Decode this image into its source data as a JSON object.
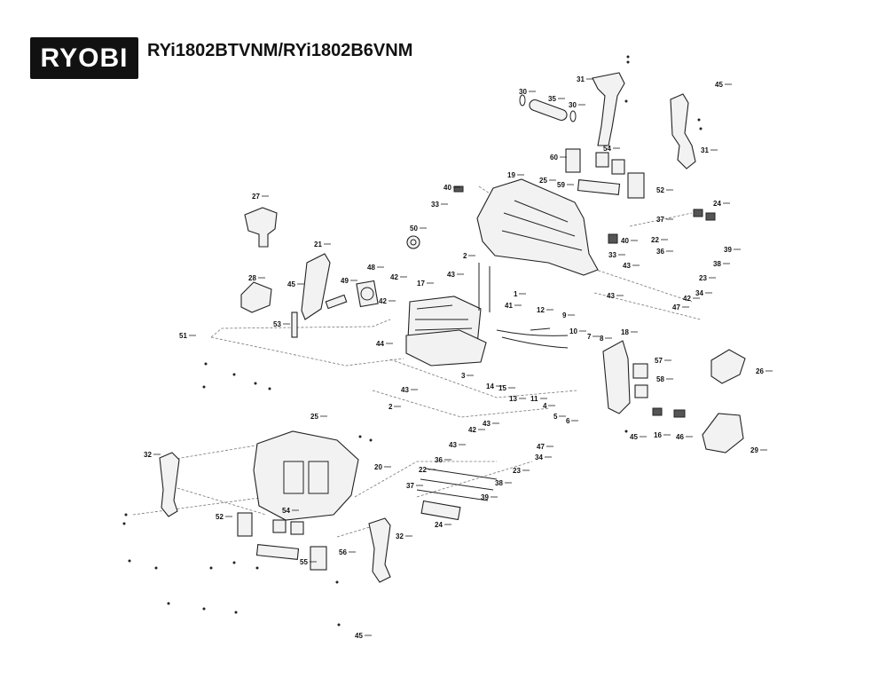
{
  "brand": {
    "logo_text": "RYOBI"
  },
  "model": {
    "title": "RYi1802BTVNM/RYi1802B6VNM"
  },
  "callouts": [
    {
      "id": "45a",
      "label": "45"
    },
    {
      "id": "31a",
      "label": "31"
    },
    {
      "id": "30a",
      "label": "30"
    },
    {
      "id": "35",
      "label": "35"
    },
    {
      "id": "30b",
      "label": "30"
    },
    {
      "id": "31b",
      "label": "31"
    },
    {
      "id": "54a",
      "label": "54"
    },
    {
      "id": "60",
      "label": "60"
    },
    {
      "id": "59",
      "label": "59"
    },
    {
      "id": "52a",
      "label": "52"
    },
    {
      "id": "40a",
      "label": "40"
    },
    {
      "id": "19",
      "label": "19"
    },
    {
      "id": "25a",
      "label": "25"
    },
    {
      "id": "33a",
      "label": "33"
    },
    {
      "id": "37a",
      "label": "37"
    },
    {
      "id": "24a",
      "label": "24"
    },
    {
      "id": "27",
      "label": "27"
    },
    {
      "id": "50",
      "label": "50"
    },
    {
      "id": "40b",
      "label": "40"
    },
    {
      "id": "22a",
      "label": "22"
    },
    {
      "id": "39a",
      "label": "39"
    },
    {
      "id": "36a",
      "label": "36"
    },
    {
      "id": "33b",
      "label": "33"
    },
    {
      "id": "21",
      "label": "21"
    },
    {
      "id": "2a",
      "label": "2"
    },
    {
      "id": "38a",
      "label": "38"
    },
    {
      "id": "43a",
      "label": "43"
    },
    {
      "id": "23a",
      "label": "23"
    },
    {
      "id": "48",
      "label": "48"
    },
    {
      "id": "42a",
      "label": "42"
    },
    {
      "id": "43b",
      "label": "43"
    },
    {
      "id": "17",
      "label": "17"
    },
    {
      "id": "28",
      "label": "28"
    },
    {
      "id": "45b",
      "label": "45"
    },
    {
      "id": "49",
      "label": "49"
    },
    {
      "id": "34a",
      "label": "34"
    },
    {
      "id": "42b",
      "label": "42"
    },
    {
      "id": "1",
      "label": "1"
    },
    {
      "id": "43c",
      "label": "43"
    },
    {
      "id": "42c",
      "label": "42"
    },
    {
      "id": "47a",
      "label": "47"
    },
    {
      "id": "41",
      "label": "41"
    },
    {
      "id": "12",
      "label": "12"
    },
    {
      "id": "9",
      "label": "9"
    },
    {
      "id": "53",
      "label": "53"
    },
    {
      "id": "10",
      "label": "10"
    },
    {
      "id": "18",
      "label": "18"
    },
    {
      "id": "51",
      "label": "51"
    },
    {
      "id": "7",
      "label": "7"
    },
    {
      "id": "8",
      "label": "8"
    },
    {
      "id": "44",
      "label": "44"
    },
    {
      "id": "57",
      "label": "57"
    },
    {
      "id": "26",
      "label": "26"
    },
    {
      "id": "3",
      "label": "3"
    },
    {
      "id": "58",
      "label": "58"
    },
    {
      "id": "14",
      "label": "14"
    },
    {
      "id": "15",
      "label": "15"
    },
    {
      "id": "13",
      "label": "13"
    },
    {
      "id": "11",
      "label": "11"
    },
    {
      "id": "4",
      "label": "4"
    },
    {
      "id": "43d",
      "label": "43"
    },
    {
      "id": "5",
      "label": "5"
    },
    {
      "id": "6",
      "label": "6"
    },
    {
      "id": "2b",
      "label": "2"
    },
    {
      "id": "45c",
      "label": "45"
    },
    {
      "id": "16",
      "label": "16"
    },
    {
      "id": "46",
      "label": "46"
    },
    {
      "id": "25b",
      "label": "25"
    },
    {
      "id": "43e",
      "label": "43"
    },
    {
      "id": "42d",
      "label": "42"
    },
    {
      "id": "43f",
      "label": "43"
    },
    {
      "id": "47b",
      "label": "47"
    },
    {
      "id": "29",
      "label": "29"
    },
    {
      "id": "32a",
      "label": "32"
    },
    {
      "id": "34b",
      "label": "34"
    },
    {
      "id": "36b",
      "label": "36"
    },
    {
      "id": "20",
      "label": "20"
    },
    {
      "id": "23b",
      "label": "23"
    },
    {
      "id": "22b",
      "label": "22"
    },
    {
      "id": "38b",
      "label": "38"
    },
    {
      "id": "37b",
      "label": "37"
    },
    {
      "id": "39b",
      "label": "39"
    },
    {
      "id": "52b",
      "label": "52"
    },
    {
      "id": "54b",
      "label": "54"
    },
    {
      "id": "24b",
      "label": "24"
    },
    {
      "id": "32b",
      "label": "32"
    },
    {
      "id": "56",
      "label": "56"
    },
    {
      "id": "55",
      "label": "55"
    },
    {
      "id": "45d",
      "label": "45"
    }
  ]
}
